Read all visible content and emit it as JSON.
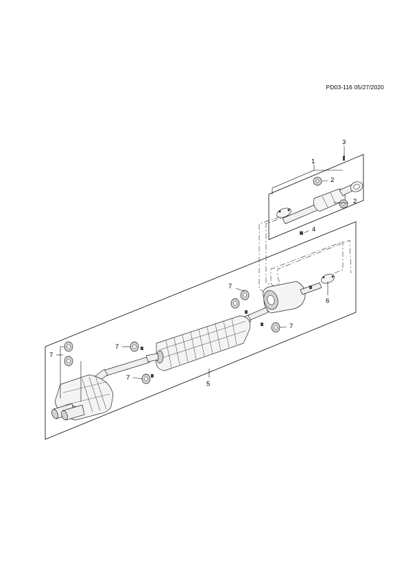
{
  "page_code": "PD03-116 05/27/2020",
  "callouts": {
    "c1": "1",
    "c2a": "2",
    "c2b": "2",
    "c3": "3",
    "c4": "4",
    "c5": "5",
    "c6": "6",
    "c7a": "7",
    "c7b": "7",
    "c7c": "7",
    "c7d": "7",
    "c7e": "7"
  }
}
